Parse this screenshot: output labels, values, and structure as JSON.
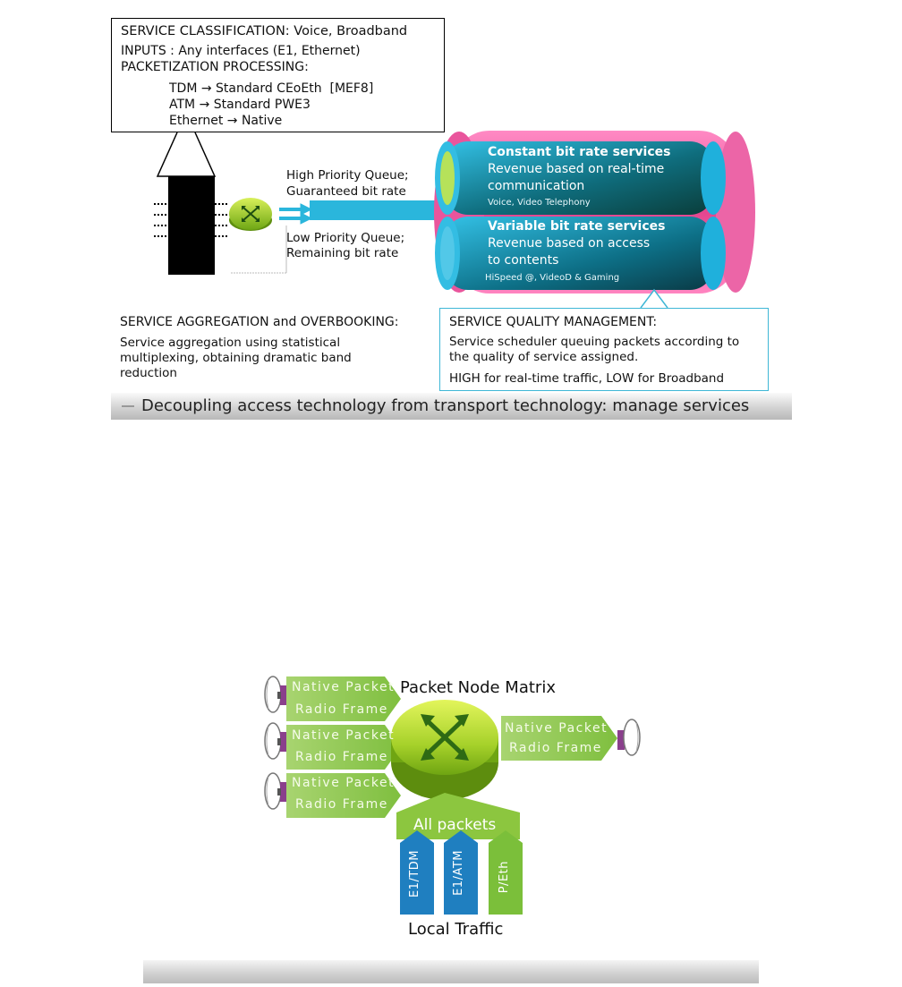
{
  "top": {
    "classification": {
      "title": "SERVICE CLASSIFICATION: Voice, Broadband",
      "inputs": "INPUTS : Any interfaces (E1, Ethernet)",
      "processing_title": "PACKETIZATION PROCESSING:",
      "rows": [
        "TDM → Standard CEoEth  [MEF8]",
        "ATM → Standard PWE3",
        "Ethernet → Native"
      ]
    },
    "queues": {
      "high": [
        "High Priority Queue;",
        "Guaranteed bit rate"
      ],
      "low": [
        "Low Priority Queue;",
        "Remaining bit rate"
      ]
    },
    "pipe": {
      "cbr": {
        "title": "Constant bit rate services",
        "lines": [
          "Revenue based on real-time",
          "communication"
        ],
        "small": "Voice, Video Telephony"
      },
      "vbr": {
        "title": "Variable bit rate services",
        "lines": [
          "Revenue based on access",
          "to contents"
        ],
        "small": "HiSpeed @, VideoD & Gaming"
      }
    },
    "aggregation": {
      "title": "SERVICE AGGREGATION and OVERBOOKING:",
      "lines": [
        "Service aggregation using statistical",
        "multiplexing, obtaining dramatic band",
        "reduction"
      ]
    },
    "quality": {
      "title": "SERVICE QUALITY MANAGEMENT:",
      "lines": [
        "Service scheduler queuing packets according to",
        "the quality of service assigned."
      ],
      "last": "HIGH for real-time traffic, LOW for Broadband"
    },
    "caption": "Decoupling access technology from transport technology: manage services"
  },
  "bottom": {
    "title": "Packet Node Matrix",
    "flag": [
      "Native Packet",
      "Radio Frame"
    ],
    "all_packets": "All packets",
    "columns": [
      "E1/TDM",
      "E1/ATM",
      "P/Eth"
    ],
    "local_traffic": "Local Traffic"
  },
  "colors": {
    "cyan": "#2ab6dc",
    "magenta": "#e44c93",
    "green": "#8cc63f",
    "blue_column": "#1f7fc0"
  }
}
